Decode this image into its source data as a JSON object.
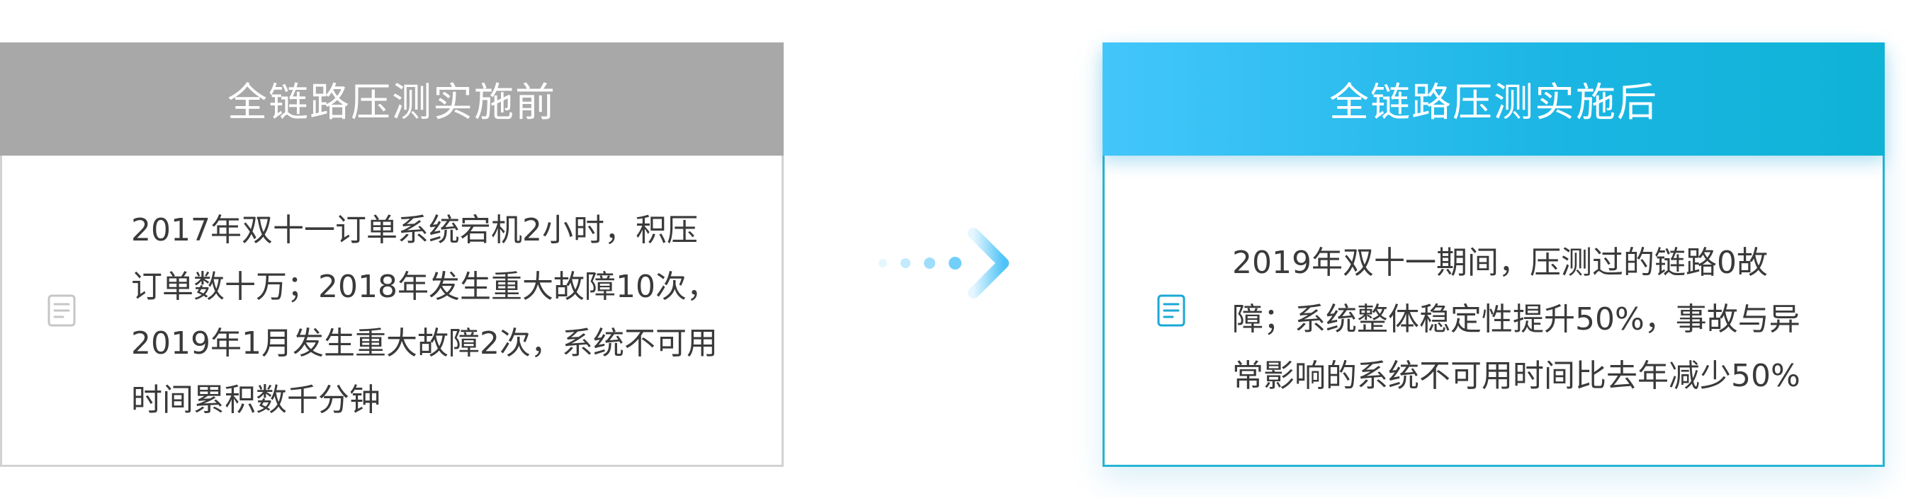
{
  "before": {
    "title": "全链路压测实施前",
    "lines": [
      "2017年双十一订单系统宕机2小时，积压",
      "订单数十万；2018年发生重大故障10次，",
      "2019年1月发生重大故障2次，系统不可用",
      "时间累积数千分钟"
    ],
    "icon": "document-icon",
    "header_color": "#a8a8a8"
  },
  "after": {
    "title": "全链路压测实施后",
    "lines": [
      "2019年双十一期间，压测过的链路0故",
      "障；系统整体稳定性提升50%，事故与异",
      "常影响的系统不可用时间比去年减少50%"
    ],
    "icon": "document-icon",
    "header_color": "#1ab5e3"
  },
  "arrow": {
    "icon": "arrow-right-icon",
    "color": "#4fc3f7"
  }
}
